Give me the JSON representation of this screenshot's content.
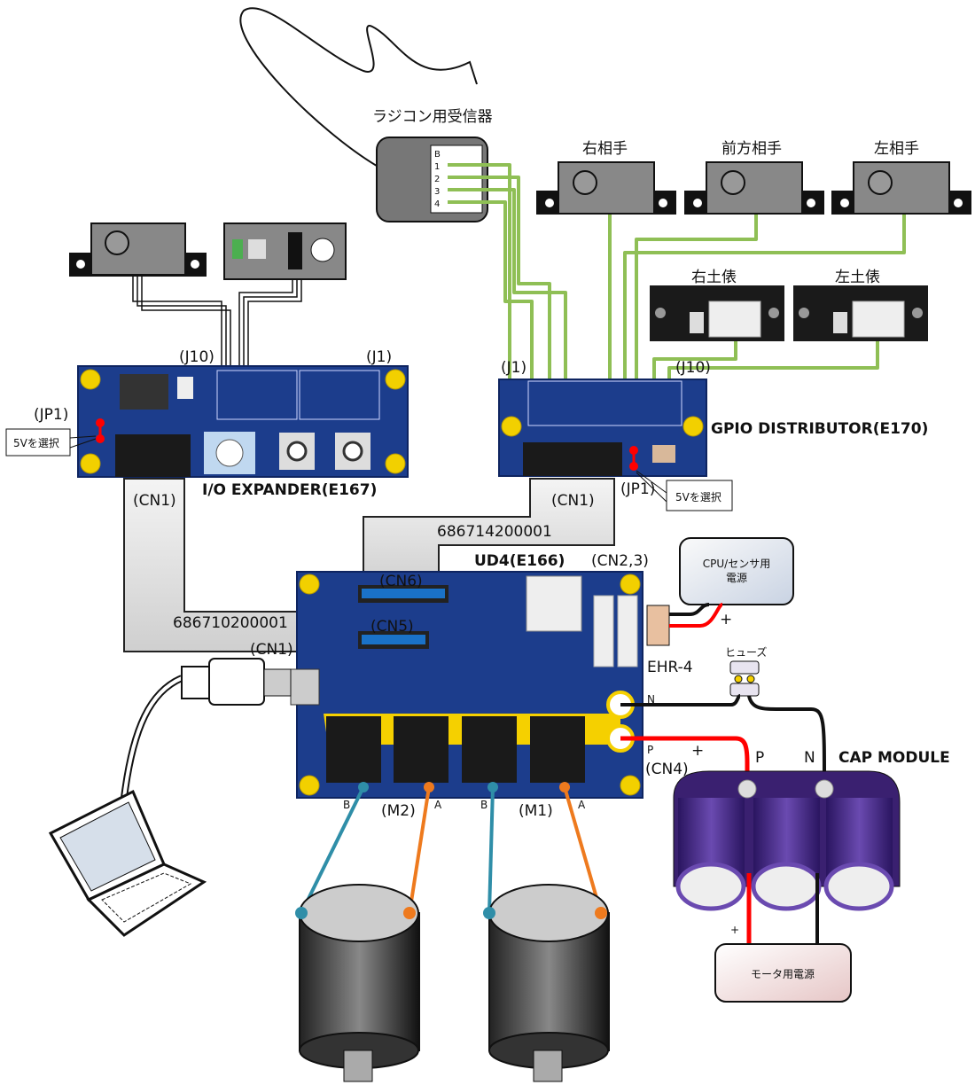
{
  "receiver": {
    "label": "ラジコン用受信器",
    "pins": [
      "B",
      "1",
      "2",
      "3",
      "4"
    ]
  },
  "opponent_sensors": [
    {
      "label": "右相手"
    },
    {
      "label": "前方相手"
    },
    {
      "label": "左相手"
    }
  ],
  "line_sensors": [
    {
      "label": "右土俵"
    },
    {
      "label": "左土俵"
    }
  ],
  "io_expander": {
    "title": "I/O EXPANDER(E167)",
    "j10": "(J10)",
    "j1": "(J1)",
    "jp1": "(JP1)",
    "cn1": "(CN1)",
    "jp1_note": "5Vを選択"
  },
  "gpio_distributor": {
    "title": "GPIO DISTRIBUTOR(E170)",
    "j1": "(J1)",
    "j10": "(J10)",
    "jp1": "(JP1)",
    "cn1": "(CN1)",
    "jp1_note": "5Vを選択"
  },
  "cables": {
    "cable_a": "686714200001",
    "cable_b": "686710200001"
  },
  "ud4": {
    "title": "UD4(E166)",
    "cn6": "(CN6)",
    "cn5": "(CN5)",
    "cn1": "(CN1)",
    "cn23": "(CN2,3)",
    "cn4": "(CN4)",
    "ehr": "EHR-4",
    "m2": "(M2)",
    "m1": "(M1)",
    "b": "B",
    "a": "A",
    "n": "N",
    "p": "P",
    "plus": "+"
  },
  "cpu_power": {
    "line1": "CPU/センサ用",
    "line2": "電源"
  },
  "fuse": {
    "label": "ヒューズ"
  },
  "cap_module": {
    "title": "CAP MODULE",
    "p": "P",
    "n": "N"
  },
  "motor_power": {
    "label": "モータ用電源",
    "plus": "+"
  },
  "colors": {
    "board": "#1c3d8c",
    "wire_green": "#8fbf55",
    "wire_red": "#ff0000",
    "wire_teal": "#2f8ea8",
    "wire_orange": "#ee7a1e",
    "capacitor": "#4a2a8a"
  }
}
